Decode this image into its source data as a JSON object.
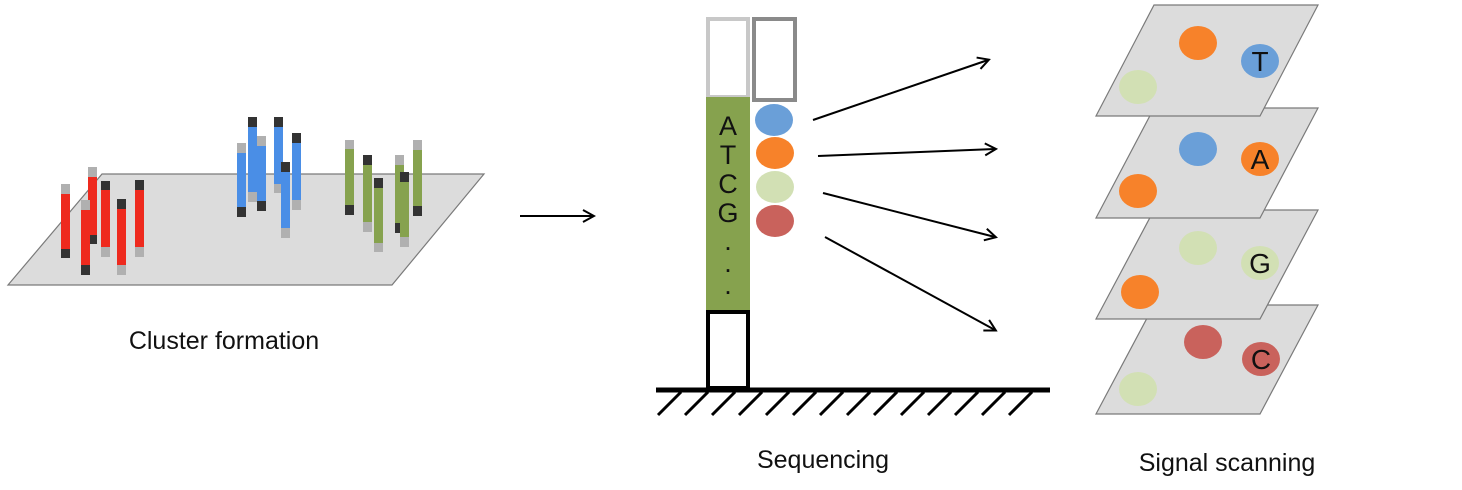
{
  "labels": {
    "cluster": "Cluster formation",
    "sequencing": "Sequencing",
    "scanning": "Signal scanning"
  },
  "sequence_letters": [
    "A",
    "T",
    "C",
    "G",
    ".",
    ".",
    "."
  ],
  "colors": {
    "red": "#ee2a1e",
    "blue": "#4a8ee6",
    "olive": "#86a24e",
    "plane": "#dcdcdc",
    "dot_blue": "#6a9fd8",
    "dot_orange": "#f7822a",
    "dot_green": "#d2e0b4",
    "dot_red": "#c9625c",
    "cap_dark": "#333333",
    "cap_light": "#b0b0b0"
  },
  "scan_panels": [
    {
      "letter": "T",
      "badge_color": "#6a9fd8"
    },
    {
      "letter": "A",
      "badge_color": "#f7822a"
    },
    {
      "letter": "G",
      "badge_color": "#d2e0b4"
    },
    {
      "letter": "C",
      "badge_color": "#c9625c"
    }
  ]
}
